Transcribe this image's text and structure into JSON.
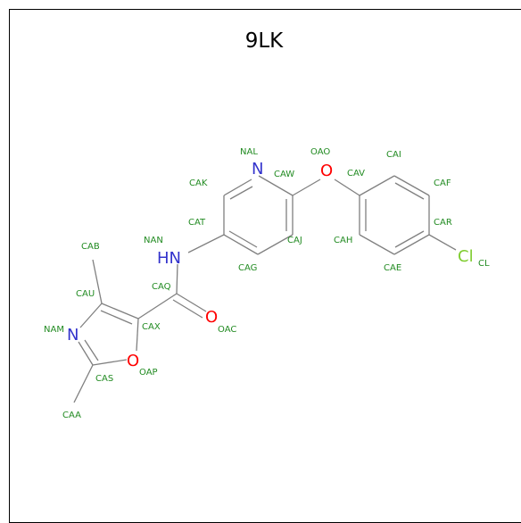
{
  "title": "9LK",
  "colors": {
    "bond": "#808080",
    "carbon_label": "#228b22",
    "nitrogen": "#3333cc",
    "oxygen": "#ff0000",
    "chlorine": "#7fcc2f",
    "title": "#000000"
  },
  "elements": {
    "N_ring_pyridine": "N",
    "NH_amide": "HN",
    "N_isoxazole": "N",
    "O_isoxazole": "O",
    "O_ether": "O",
    "O_carbonyl": "O",
    "Cl": "Cl"
  },
  "atom_labels": {
    "NAL": "NAL",
    "OAO": "OAO",
    "CAI": "CAI",
    "CAK": "CAK",
    "CAW": "CAW",
    "CAV": "CAV",
    "CAF": "CAF",
    "CAT": "CAT",
    "CAR": "CAR",
    "NAN": "NAN",
    "CAJ": "CAJ",
    "CAH": "CAH",
    "CAB": "CAB",
    "CL": "CL",
    "CAG": "CAG",
    "CAE": "CAE",
    "CAU": "CAU",
    "CAQ": "CAQ",
    "NAM": "NAM",
    "CAX": "CAX",
    "OAC": "OAC",
    "OAP": "OAP",
    "CAS": "CAS",
    "CAA": "CAA"
  }
}
